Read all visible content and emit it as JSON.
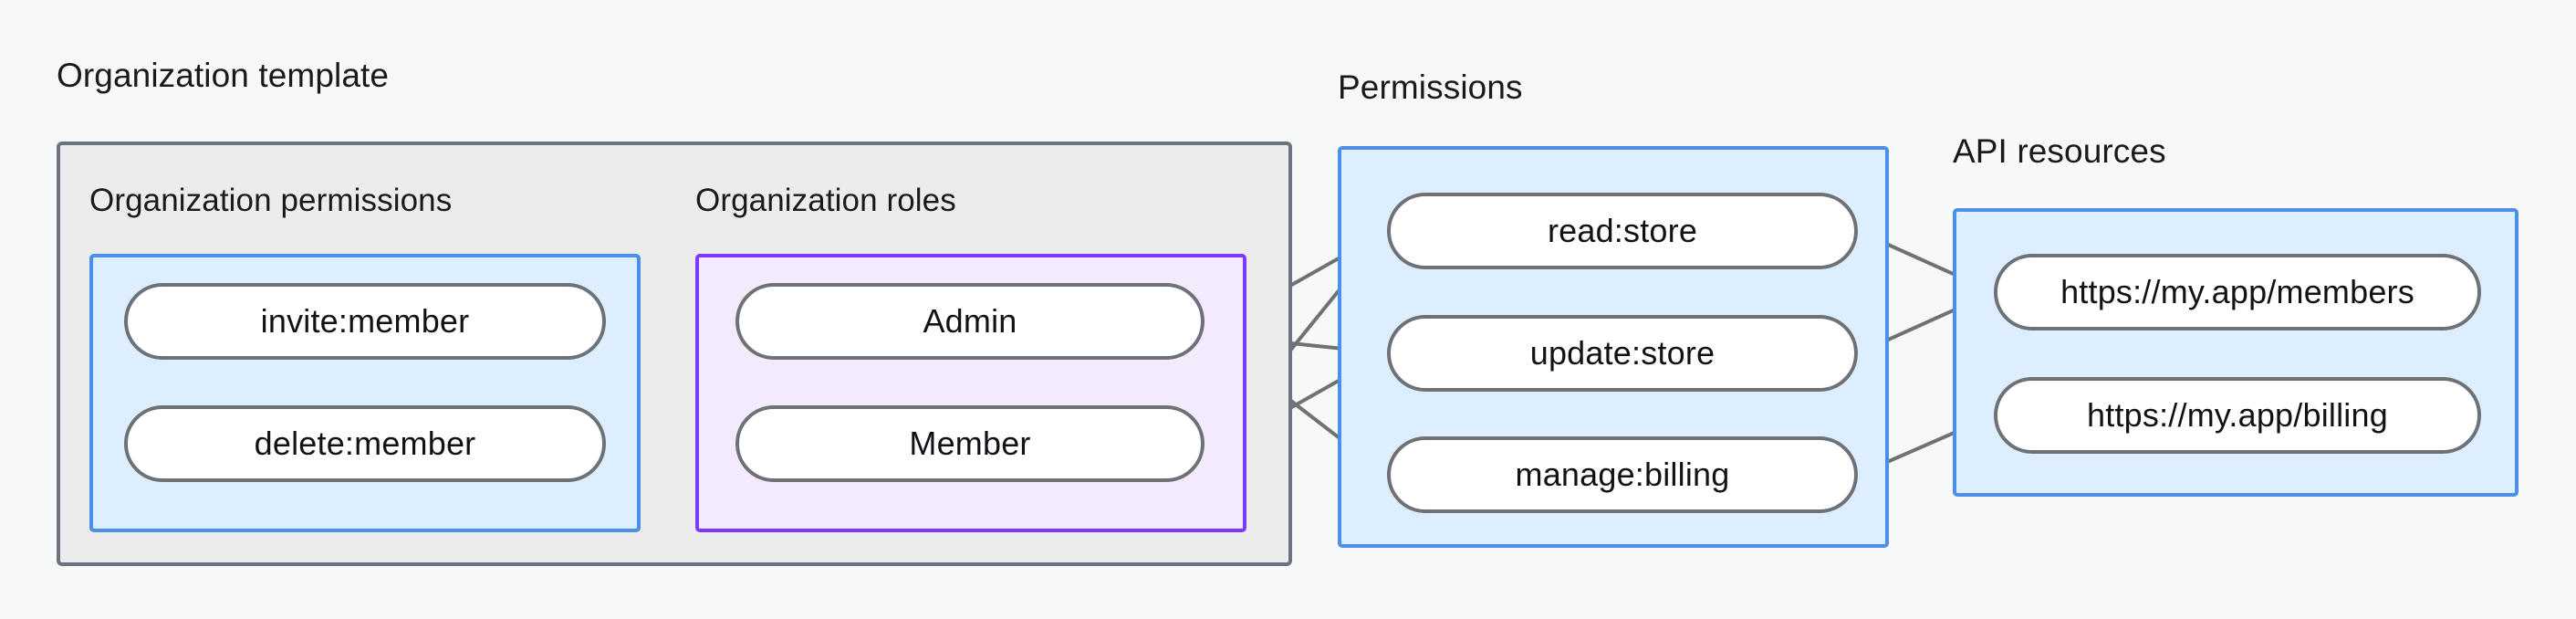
{
  "diagram": {
    "type": "relationship-diagram",
    "background_color": "#f7f8f8",
    "groups": [
      {
        "id": "organization-template",
        "label": "Organization template",
        "border_color": "#6b7280",
        "fill_color": "#ececec"
      },
      {
        "id": "permissions",
        "label": "Permissions",
        "border_color": "#4a90e8",
        "fill_color": "#ddeeff"
      },
      {
        "id": "api-resources",
        "label": "API resources",
        "border_color": "#4a90e8",
        "fill_color": "#ddeeff"
      }
    ],
    "subgroups": [
      {
        "id": "organization-permissions",
        "label": "Organization permissions",
        "border_color": "#4a90e8",
        "fill_color": "#ddeeff"
      },
      {
        "id": "organization-roles",
        "label": "Organization roles",
        "border_color": "#7c3aff",
        "fill_color": "#f3eafd"
      }
    ],
    "nodes": {
      "organization_permissions": [
        {
          "id": "invite-member",
          "label": "invite:member"
        },
        {
          "id": "delete-member",
          "label": "delete:member"
        }
      ],
      "organization_roles": [
        {
          "id": "admin",
          "label": "Admin"
        },
        {
          "id": "member",
          "label": "Member"
        }
      ],
      "permissions": [
        {
          "id": "read-store",
          "label": "read:store"
        },
        {
          "id": "update-store",
          "label": "update:store"
        },
        {
          "id": "manage-billing",
          "label": "manage:billing"
        }
      ],
      "api_resources": [
        {
          "id": "my-app-members",
          "label": "https://my.app/members"
        },
        {
          "id": "my-app-billing",
          "label": "https://my.app/billing"
        }
      ]
    },
    "edges": [
      {
        "from": "invite-member",
        "to": "admin"
      },
      {
        "from": "invite-member",
        "to": "member"
      },
      {
        "from": "delete-member",
        "to": "member"
      },
      {
        "from": "admin",
        "to": "read-store"
      },
      {
        "from": "admin",
        "to": "update-store"
      },
      {
        "from": "admin",
        "to": "manage-billing"
      },
      {
        "from": "member",
        "to": "read-store"
      },
      {
        "from": "member",
        "to": "update-store"
      },
      {
        "from": "read-store",
        "to": "my-app-members"
      },
      {
        "from": "update-store",
        "to": "my-app-members"
      },
      {
        "from": "manage-billing",
        "to": "my-app-billing"
      }
    ],
    "edge_color": "#6e7276",
    "node_border_color": "#6e7276",
    "node_fill_color": "#ffffff"
  }
}
